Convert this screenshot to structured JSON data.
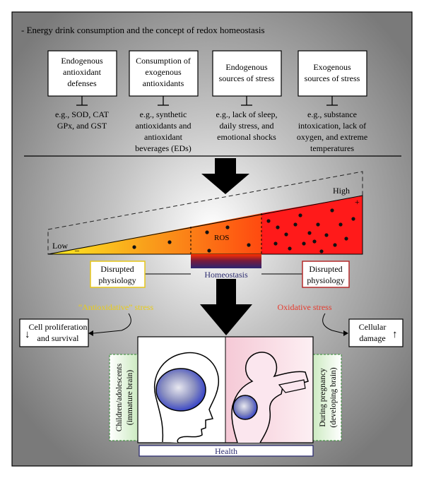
{
  "title": "- Energy drink consumption and the concept of redox homeostasis",
  "boxes": [
    {
      "label": [
        "Endogenous",
        "antioxidant",
        "defenses"
      ],
      "detail": [
        "e.g., SOD, CAT",
        "GPx, and GST"
      ]
    },
    {
      "label": [
        "Consumption of",
        "exogenous",
        "antioxidants"
      ],
      "detail": [
        "e.g., synthetic",
        "antioxidants and",
        "antioxidant",
        "beverages (EDs)"
      ]
    },
    {
      "label": [
        "Endogenous",
        "sources of stress"
      ],
      "detail": [
        "e.g., lack of sleep,",
        "daily stress, and",
        "emotional shocks"
      ]
    },
    {
      "label": [
        "Exogenous",
        "sources of stress"
      ],
      "detail": [
        "e.g., substance",
        "intoxication, lack of",
        "oxygen, and extreme",
        "temperatures"
      ]
    }
  ],
  "scale": {
    "low": "Low",
    "high": "High",
    "minus": "–",
    "plus": "+",
    "ros": "ROS"
  },
  "homeostasis": "Homeostasis",
  "disrupted_left": [
    "Disrupted",
    "physiology"
  ],
  "disrupted_right": [
    "Disrupted",
    "physiology"
  ],
  "antioxidative_stress": "“Antioxidative” stress",
  "oxidative_stress": "Oxidative stress",
  "left_outcome": {
    "arrow": "↓",
    "lines": [
      "Cell proliferation",
      "and survival"
    ]
  },
  "right_outcome": {
    "arrow": "↑",
    "lines": [
      "Cellular",
      "damage"
    ]
  },
  "left_group": [
    "Children/adolescents",
    "(immature brain)"
  ],
  "right_group": [
    "During pregnancy",
    "(developing brain)"
  ],
  "health": "Health",
  "colors": {
    "orange": "#f7941d",
    "red": "#ff1a1a",
    "yellow": "#e6c619",
    "dark_red": "#b52a2a",
    "navy": "#2d2d70",
    "green": "#6ab04c"
  }
}
